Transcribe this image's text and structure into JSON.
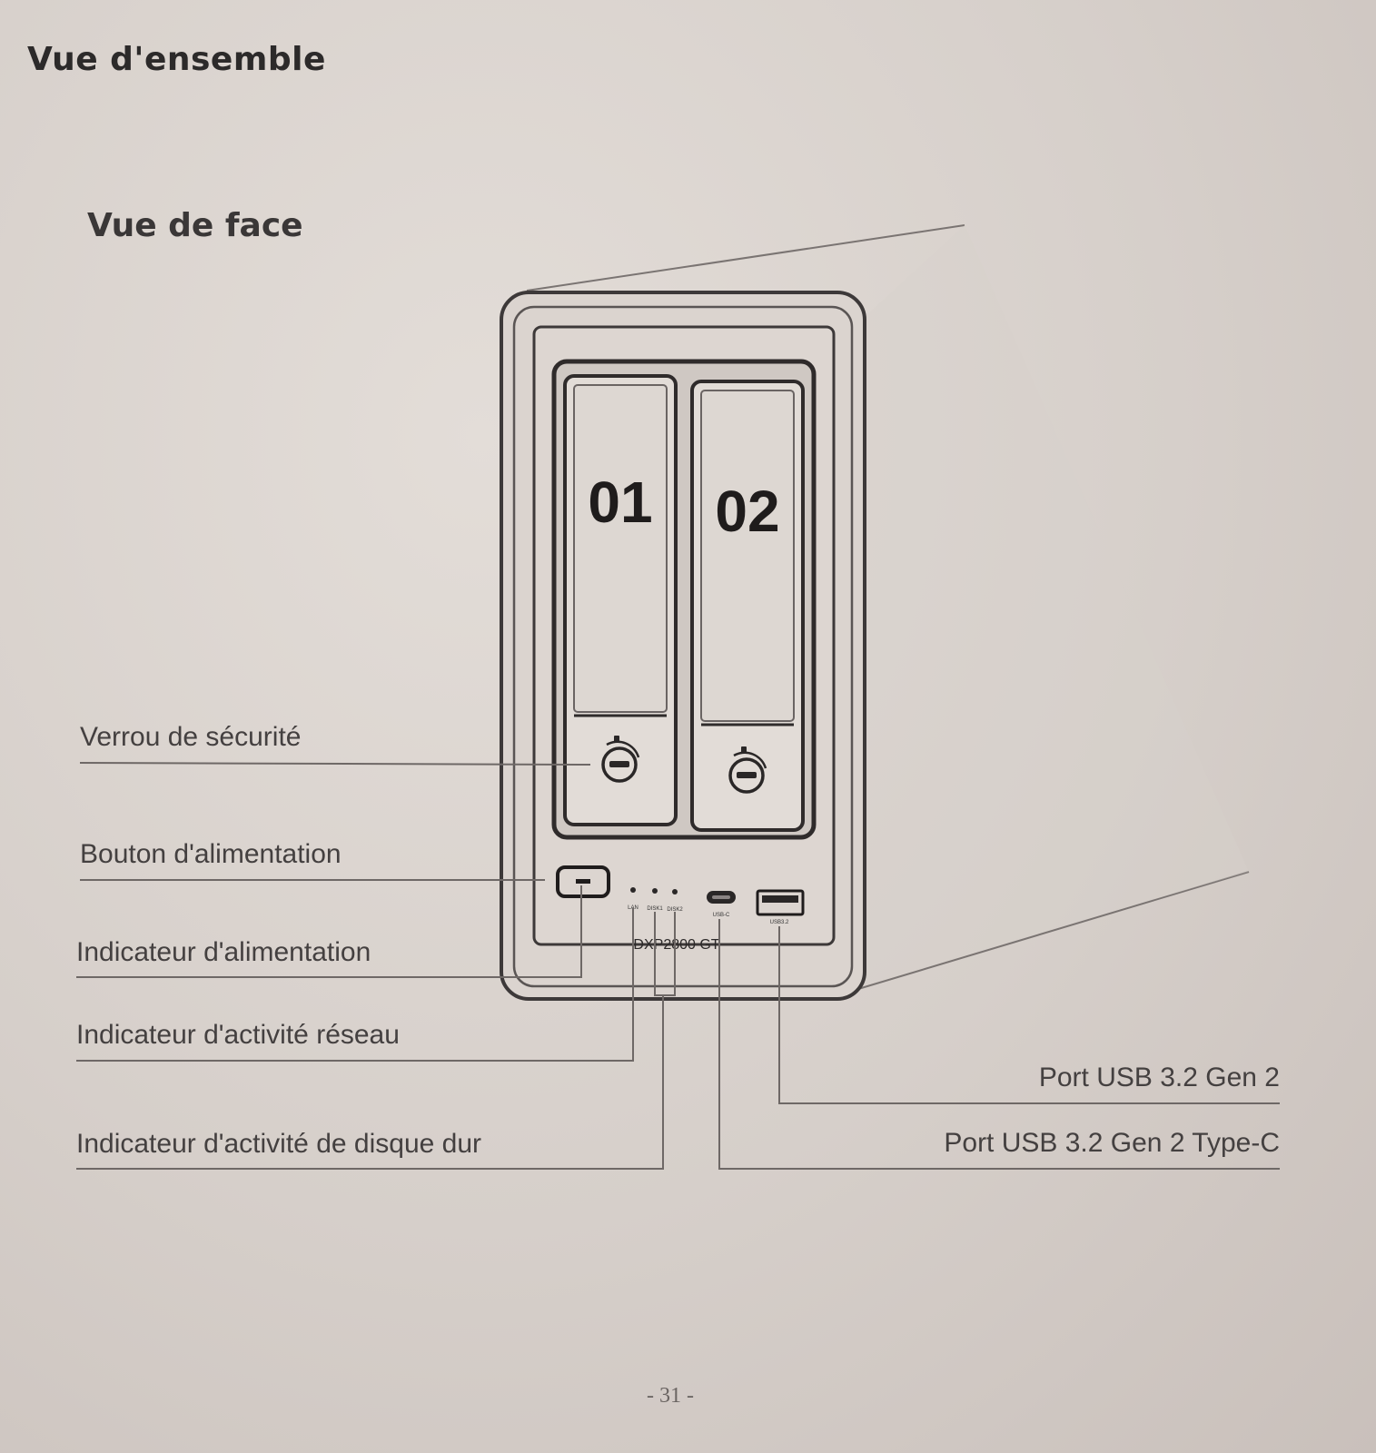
{
  "header": {
    "title": "Vue d'ensemble",
    "section": "Vue de face"
  },
  "device": {
    "bay1": "01",
    "bay2": "02",
    "model": "DXP2800 GT",
    "led_lan": "LAN",
    "led_disk1": "DISK1",
    "led_disk2": "DISK2",
    "port_usbc": "USB-C",
    "port_usba": "USB3.2"
  },
  "labels": {
    "security_lock": "Verrou de sécurité",
    "power_button": "Bouton d'alimentation",
    "power_indicator": "Indicateur d'alimentation",
    "network_indicator": "Indicateur d'activité réseau",
    "disk_indicator": "Indicateur d'activité de disque dur",
    "usb_port": "Port USB 3.2 Gen 2",
    "usbc_port": "Port USB 3.2 Gen 2 Type-C"
  },
  "footer": {
    "page_number": "- 31 -"
  },
  "colors": {
    "paper": "#d9d2cd",
    "ink": "#3a3636",
    "line": "#6e6866"
  }
}
